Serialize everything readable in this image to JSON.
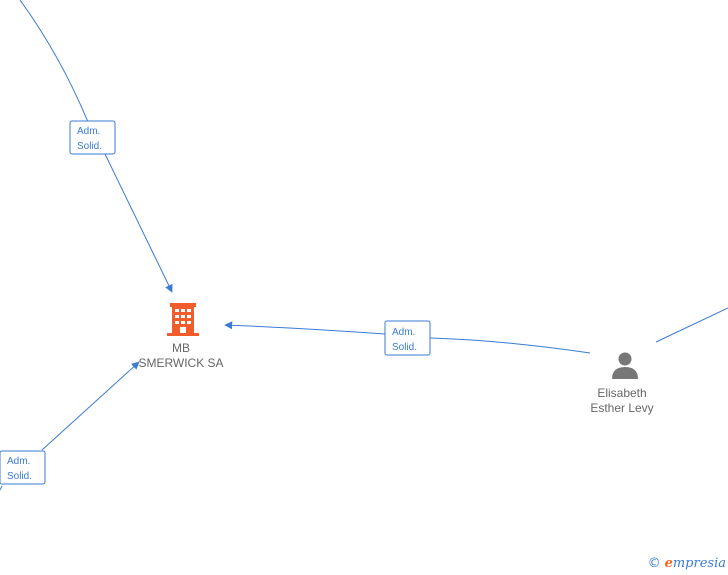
{
  "colors": {
    "edge": "#3a7bd5",
    "company_icon": "#f25c2a",
    "person_icon": "#777777",
    "label_text": "#666666",
    "brand_e": "#f26522"
  },
  "nodes": [
    {
      "id": "company",
      "type": "company",
      "icon": "building-icon",
      "label_lines": [
        "MB",
        "SMERWICK SA"
      ]
    },
    {
      "id": "person",
      "type": "person",
      "icon": "person-icon",
      "label_lines": [
        "Elisabeth",
        "Esther Levy"
      ]
    }
  ],
  "edges": [
    {
      "id": "edge-top",
      "label_lines": [
        "Adm.",
        "Solid."
      ]
    },
    {
      "id": "edge-right",
      "label_lines": [
        "Adm.",
        "Solid."
      ]
    },
    {
      "id": "edge-bottom-left",
      "label_lines": [
        "Adm.",
        "Solid."
      ]
    }
  ],
  "brand": {
    "copyright": "©",
    "e": "e",
    "rest": "mpresia"
  }
}
